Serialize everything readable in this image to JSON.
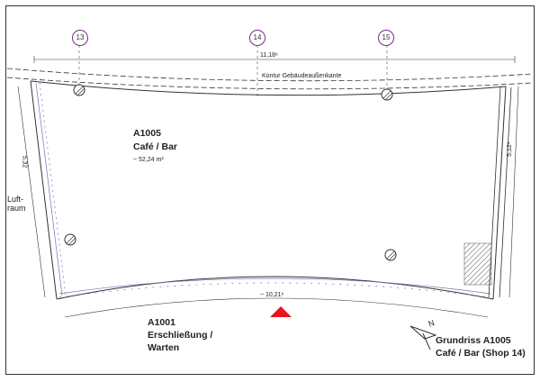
{
  "grid_axes": [
    "13",
    "14",
    "15"
  ],
  "dimensions": {
    "top": "11,18⁶",
    "bottom": "~ 10,21⁶",
    "left": "5,32",
    "right": "5,12⁴"
  },
  "facade_label": "Kontur Gebäudeaußenkante",
  "room": {
    "number": "A1005",
    "name": "Café / Bar",
    "area": "~ 52,24 m²"
  },
  "adjacent_left": {
    "line1": "Luft-",
    "line2": "raum"
  },
  "corridor": {
    "number": "A1001",
    "line1": "Erschließung /",
    "line2": "Warten"
  },
  "plan_title": {
    "line1": "Grundriss A1005",
    "line2": "Café / Bar (Shop 14)"
  },
  "north_label": "N",
  "colors": {
    "grid_circle": "#7a2c8a",
    "entrance_marker": "#e8141e",
    "wall": "#333333",
    "glazing": "#7a6fb0"
  }
}
